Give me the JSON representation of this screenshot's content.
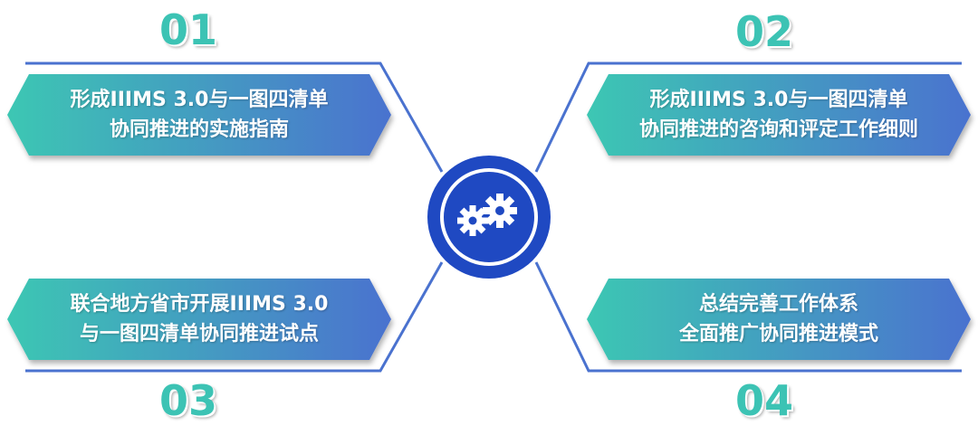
{
  "colors": {
    "gradient_start": "#3dc7b3",
    "gradient_end": "#4a72cf",
    "number": "#3cc3b4",
    "line": "#4a72cf",
    "hub": "#1f49c2"
  },
  "hub": {
    "icon": "gears-icon"
  },
  "steps": [
    {
      "number": "01",
      "line1": "形成IIIMS 3.0与一图四清单",
      "line2": "协同推进的实施指南"
    },
    {
      "number": "02",
      "line1": "形成IIIMS 3.0与一图四清单",
      "line2": "协同推进的咨询和评定工作细则"
    },
    {
      "number": "03",
      "line1": "联合地方省市开展IIIMS 3.0",
      "line2": "与一图四清单协同推进试点"
    },
    {
      "number": "04",
      "line1": "总结完善工作体系",
      "line2": "全面推广协同推进模式"
    }
  ]
}
